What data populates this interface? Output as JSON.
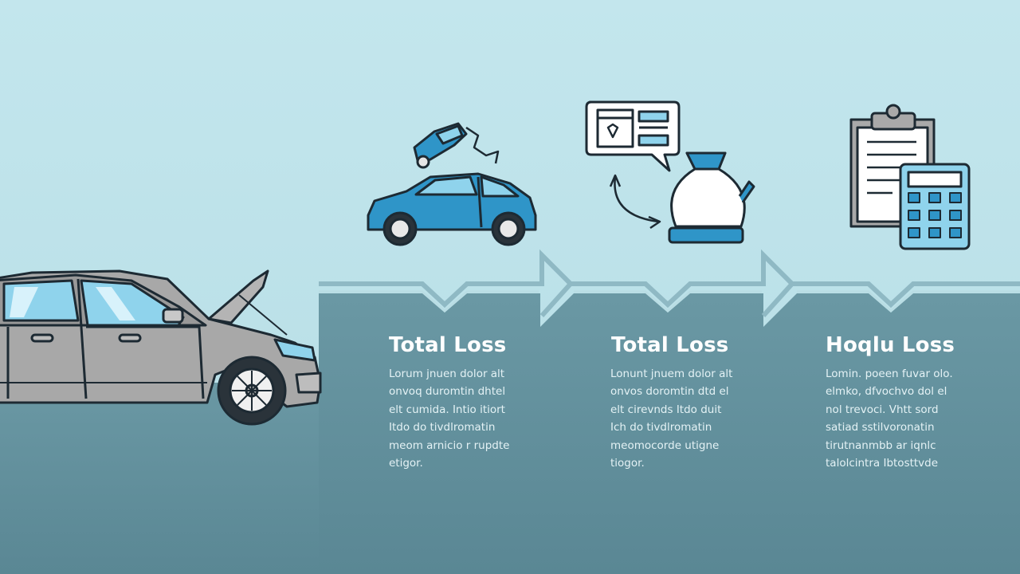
{
  "steps": [
    {
      "title": "Total Loss",
      "body": "Lorum jnuen dolor alt\nonvoq duromtin dhtel\nelt cumida. Intio itiort\nItdo do tivdlromatin\nmeom arnicio r rupdte\netigor."
    },
    {
      "title": "Total Loss",
      "body": "Lonunt jnuem dolor alt\nonvos doromtin dtd el\nelt cirevnds Itdo duit\nIch do tivdlromatin\nmeomocorde utigne\ntiogor."
    },
    {
      "title": "Hoqlu Loss",
      "body": "Lomin. poeen fuvar olo.\nelmko, dfvochvo dol el\nnol trevoci. Vhtt sord\nsatiad sstilvoronatin\ntirutnanmbb ar iqnlc\ntalolcintra Ibtosttvde"
    }
  ],
  "icons": [
    "broken-car-icon",
    "document-money-bag-icon",
    "clipboard-calculator-icon"
  ],
  "colors": {
    "sky": "#bfe3ea",
    "band": "#6593a0",
    "band_dark": "#5b8794",
    "accent_blue": "#2f95c8",
    "outline": "#1d2a33",
    "car_gray": "#a9a9a9"
  }
}
